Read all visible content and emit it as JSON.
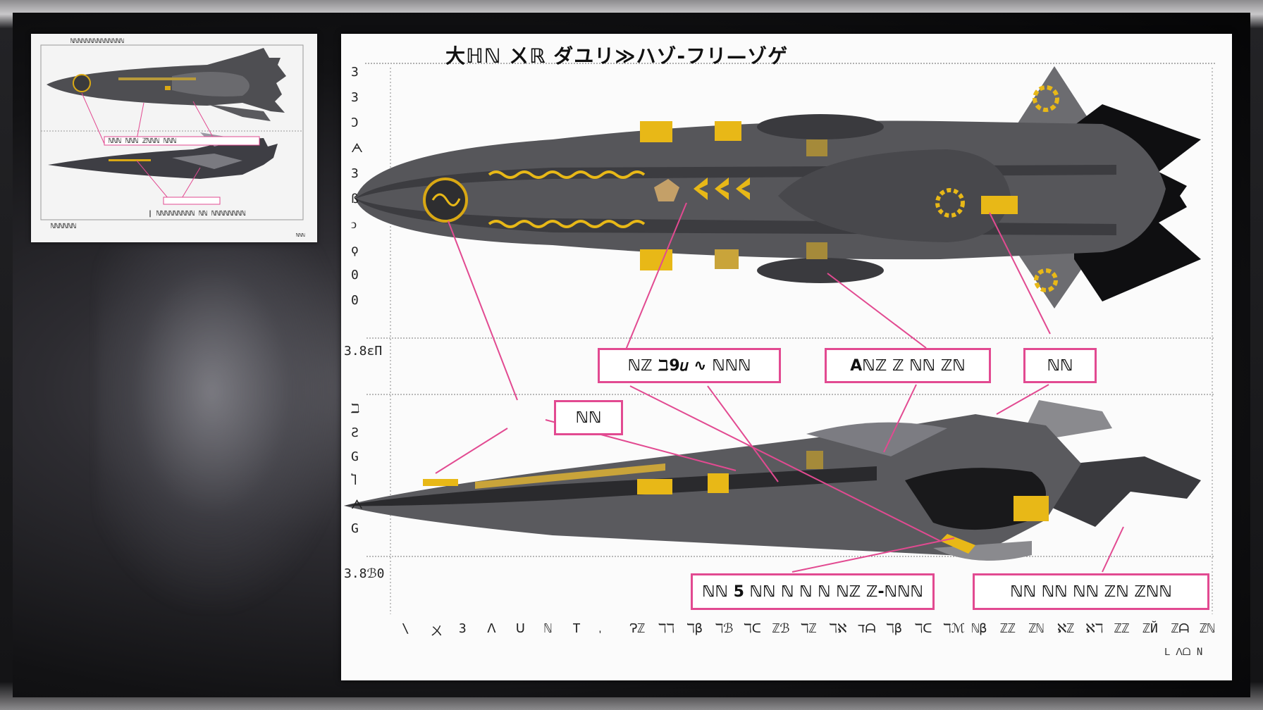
{
  "main": {
    "title": "大ℍℕ  ㄨℝ  ダユリ≫ハゾ-フリ—ゾゲ",
    "scale_label_top": "3.8εΠ",
    "scale_label_bottom": "3.8ℬ0",
    "corner_label": "ᒪ ᐱᗝ Ν",
    "y_ticks_top": [
      "3",
      "3",
      "Ͻ",
      "ᗅ",
      "3",
      "ß",
      "ↄ",
      "ϙ",
      "0",
      "0"
    ],
    "y_ticks_bottom": [
      "ℶ",
      "Ƨ",
      "G",
      "Ⴈ",
      "ᗅ",
      "G"
    ],
    "x_ticks": [
      "\\",
      "ㄨ",
      "З",
      "ᐱ",
      "ᑌ",
      "ℕ",
      "Т",
      "ᡃ",
      "Ɂℤ",
      "ℸℸ",
      "ℸβ",
      "ℸℬ",
      "ℸᑕ",
      "ℤℬ",
      "ℸℤ",
      "ℸℵ",
      "ℸᗩ",
      "ℸβ",
      "ℸᑕ",
      "ℸℳ",
      "ℕβ",
      "ℤℤ",
      "ℤℕ",
      "ℵℤ",
      "ℵℸ",
      "ℤℤ",
      "ℤЙ",
      "ℤᗩ",
      "ℤℕ"
    ],
    "callouts": {
      "c1": "ℕℤ ℶ9𝑢 ∿ ℕℕℕ",
      "c2": "Aℕℤ ℤ ℕℕ ℤℕ",
      "c3": "ℕℕ",
      "c4": "ℕℕ",
      "c5": "ℕℕ 5 ℕℕ ℕ ℕ ℕ ℕℤ ℤ-ℕℕℕ",
      "c6": "ℕℕ ℕℕ ℕℕ ℤℕ ℤℕℕ"
    }
  },
  "thumbnail": {
    "title": "ℕℕℕℕℕℕℕℕℕℕℕℕℕℕ",
    "mid_label": "ℕℕℕ ℕℕℕ ℤℕℕℕ ℕℕℕ",
    "bottom_label_left": "ℕℕℕℕℕℕ",
    "bottom_label_right": "| ℕℕℕℕℕℕℕℕℕ ℕℕ ℕℕℕℕℕℕℕℕ",
    "corner": "ℕℕℕ"
  },
  "colors": {
    "accent_callout": "#e24a91",
    "decal_yellow": "#e8b817",
    "missile_body": "#56565a",
    "paper": "#fbfbfb"
  }
}
